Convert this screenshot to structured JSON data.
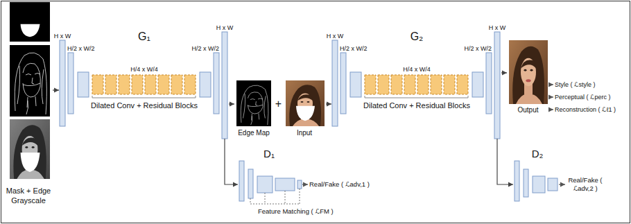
{
  "diagram": {
    "nodes": [
      {
        "text": [
          "Mask + Edge Grayscale"
        ]
      },
      {
        "text": [
          "G₁",
          "Dilated Conv + Residual Blocks"
        ]
      },
      {
        "text": [
          "Edge Map"
        ]
      },
      {
        "text": [
          "Input"
        ]
      },
      {
        "text": [
          "G₂",
          "Dilated Conv + Residual Blocks"
        ]
      },
      {
        "text": [
          "Output"
        ]
      },
      {
        "text": [
          "D₁"
        ]
      },
      {
        "text": [
          "D₂"
        ]
      }
    ],
    "edges": [
      {
        "from": 0,
        "to": 1,
        "arrow": "to"
      },
      {
        "from": 1,
        "to": 2,
        "arrow": "to"
      },
      {
        "from": 3,
        "to": 4,
        "arrow": "to"
      },
      {
        "from": 4,
        "to": 5,
        "arrow": "to"
      },
      {
        "from": 1,
        "to": 6,
        "arrow": "to"
      },
      {
        "from": 4,
        "to": 7,
        "arrow": "to"
      }
    ],
    "labels": [
      "H x W",
      "H/2 x W/2",
      "H/4 x W/4",
      "H/2 x W/2",
      "H x W",
      "H x W",
      "H/2 x W/2",
      "H/4 x W/4",
      "H/2 x W/2",
      "H x W",
      "+",
      "Real/Fake ( ℒadv,1 )",
      "Feature Matching ( ℒFM )",
      "Style ( ℒstyle )",
      "Perceptual ( ℒperc )",
      "Reconstruction ( ℒℓ1 )",
      "Real/Fake ( ℒadv,2 )"
    ]
  }
}
